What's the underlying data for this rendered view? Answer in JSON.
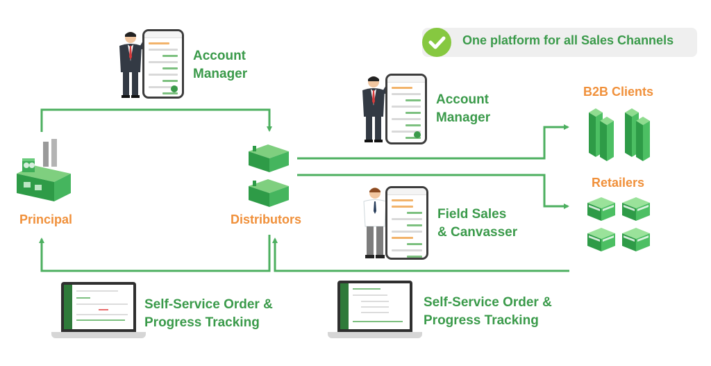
{
  "badge": {
    "text": "One platform for all Sales Channels",
    "icon": "check-icon"
  },
  "nodes": {
    "principal": "Principal",
    "distributors": "Distributors",
    "b2b_clients": "B2B Clients",
    "retailers": "Retailers"
  },
  "roles": {
    "account_manager_top": [
      "Account",
      "Manager"
    ],
    "account_manager_mid": [
      "Account",
      "Manager"
    ],
    "field_sales": [
      "Field Sales",
      "& Canvasser"
    ],
    "self_service_left": [
      "Self-Service Order &",
      "Progress Tracking"
    ],
    "self_service_right": [
      "Self-Service Order &",
      "Progress Tracking"
    ]
  },
  "colors": {
    "green": "#3a9a4a",
    "line_green": "#4caf5f",
    "orange": "#f0903a",
    "badge_check": "#86c840",
    "badge_bg": "#efefef"
  }
}
